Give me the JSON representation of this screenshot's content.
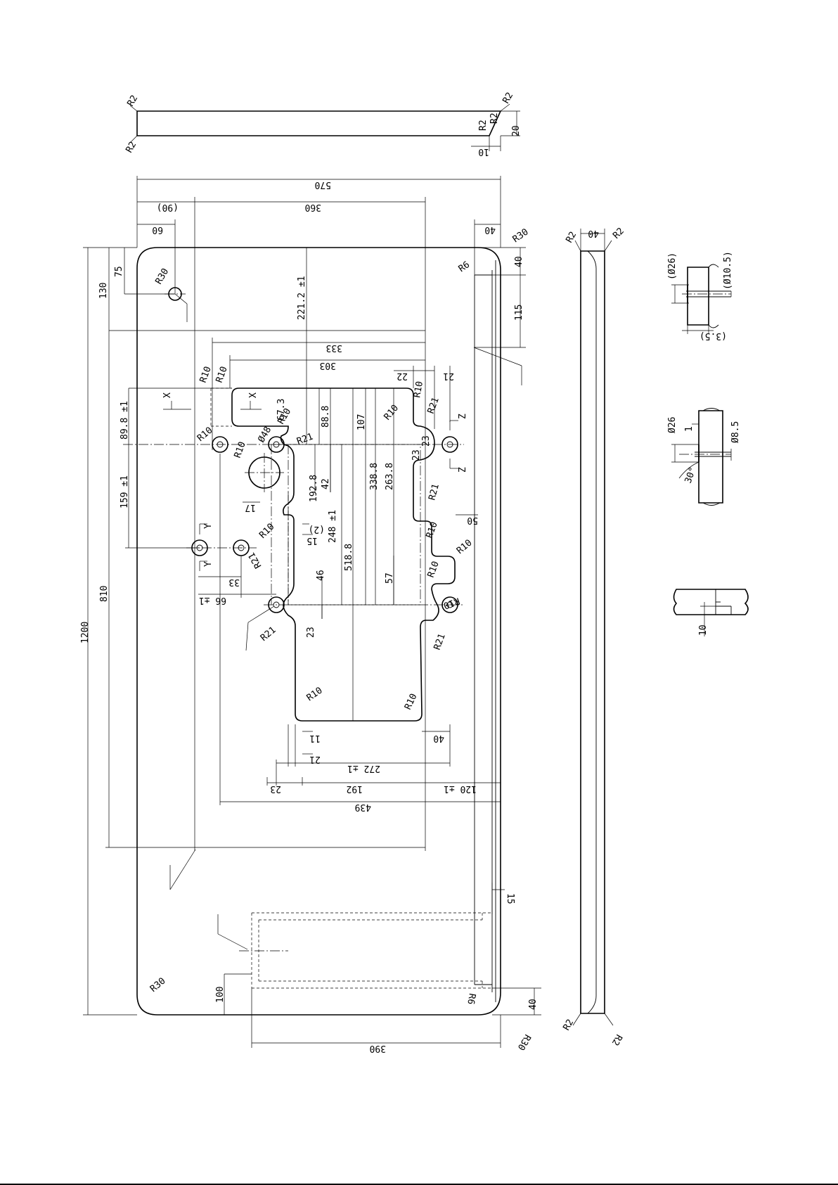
{
  "diagram": {
    "dimensions": {
      "d570": "570",
      "d360": "360",
      "d90p": "(90)",
      "d60": "60",
      "d40top": "40",
      "r30_tr": "R30",
      "r6_tr": "R6",
      "d40_right": "40",
      "d115": "115",
      "d130": "130",
      "d75": "75",
      "r30_hole": "R30",
      "d221": "221.2 ±1",
      "d333": "333",
      "d303": "303",
      "d22": "22",
      "d21_top": "21",
      "r10_a": "R10",
      "r10_b": "R10",
      "r10_c": "R10",
      "r10_d": "R10",
      "r10_e": "R10",
      "r10_f": "R10",
      "r10_g": "R10",
      "r10_h": "R10",
      "r10_i": "R10",
      "r10_j": "R10",
      "r10_k": "R10",
      "r10_l": "R10",
      "r10_m": "R10",
      "d67": "67.3",
      "d88": "88.8",
      "d107": "107",
      "phi48": "Ø48",
      "r21_a": "R21",
      "r21_b": "R21",
      "r21_c": "R21",
      "r21_d": "R21",
      "r21_e": "R21",
      "r21_f": "R21",
      "d23a": "23",
      "d23b": "23",
      "d89": "89.8 ±1",
      "d159": "159 ±1",
      "d192_8": "192.8",
      "d42": "42",
      "d17": "17",
      "d338": "338.8",
      "d263": "263.8",
      "d50": "50",
      "d2p": "(2)",
      "d15": "15",
      "d248": "248 ±1",
      "d518": "518.8",
      "d57": "57",
      "d46": "46",
      "d23c": "23",
      "d33": "33",
      "d66": "66 ±1",
      "d810": "810",
      "d1200": "1200",
      "d11": "11",
      "d40_mid": "40",
      "d21_mid": "21",
      "d272": "272 ±1",
      "d23d": "23",
      "d192": "192",
      "d120": "120 ±1",
      "d439": "439",
      "d15_low": "15",
      "d100": "100",
      "r30_bl": "R30",
      "r6_br": "R6",
      "d40_br": "40",
      "r30_br": "R30",
      "d390": "390",
      "r2_tl": "R2",
      "r2_tr": "R2",
      "r2_bl": "R2",
      "r2_a": "R2",
      "r2_b": "R2",
      "d20": "20",
      "d10_top": "10",
      "r2_sv_tl": "R2",
      "r2_sv_tr": "R2",
      "d40_sv": "40",
      "r2_sv_bl": "R2",
      "r2_sv_br": "R2",
      "phi26a": "(Ø26)",
      "phi10": "(Ø10.5)",
      "d35p": "(3.5)",
      "phi26b": "Ø26",
      "d1": "1",
      "phi8": "Ø8.5",
      "deg30": "30°",
      "d10_det": "10"
    },
    "section_markers": {
      "x1": "X",
      "x2": "X",
      "y1": "Y",
      "y2": "Y",
      "z1": "Z",
      "z2": "Z"
    }
  }
}
